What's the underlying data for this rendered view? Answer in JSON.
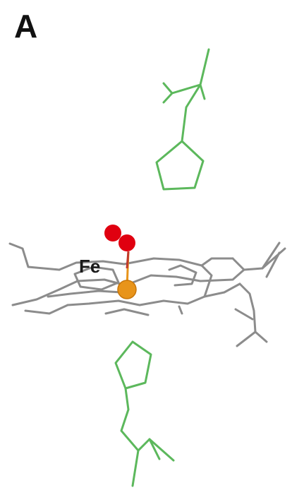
{
  "figure": {
    "panel_label": "A",
    "atom_label": "Fe",
    "colors": {
      "background": "#ffffff",
      "heme_skeleton": "#8c8c8c",
      "histidine_skeleton": "#5cb85c",
      "iron_atom": "#e8941a",
      "oxygen_atoms": "#e00010",
      "text": "#111111"
    },
    "components": [
      "upper-histidine-residue",
      "dioxygen-ligand",
      "heme-porphyrin",
      "iron-atom",
      "lower-histidine-residue"
    ]
  }
}
